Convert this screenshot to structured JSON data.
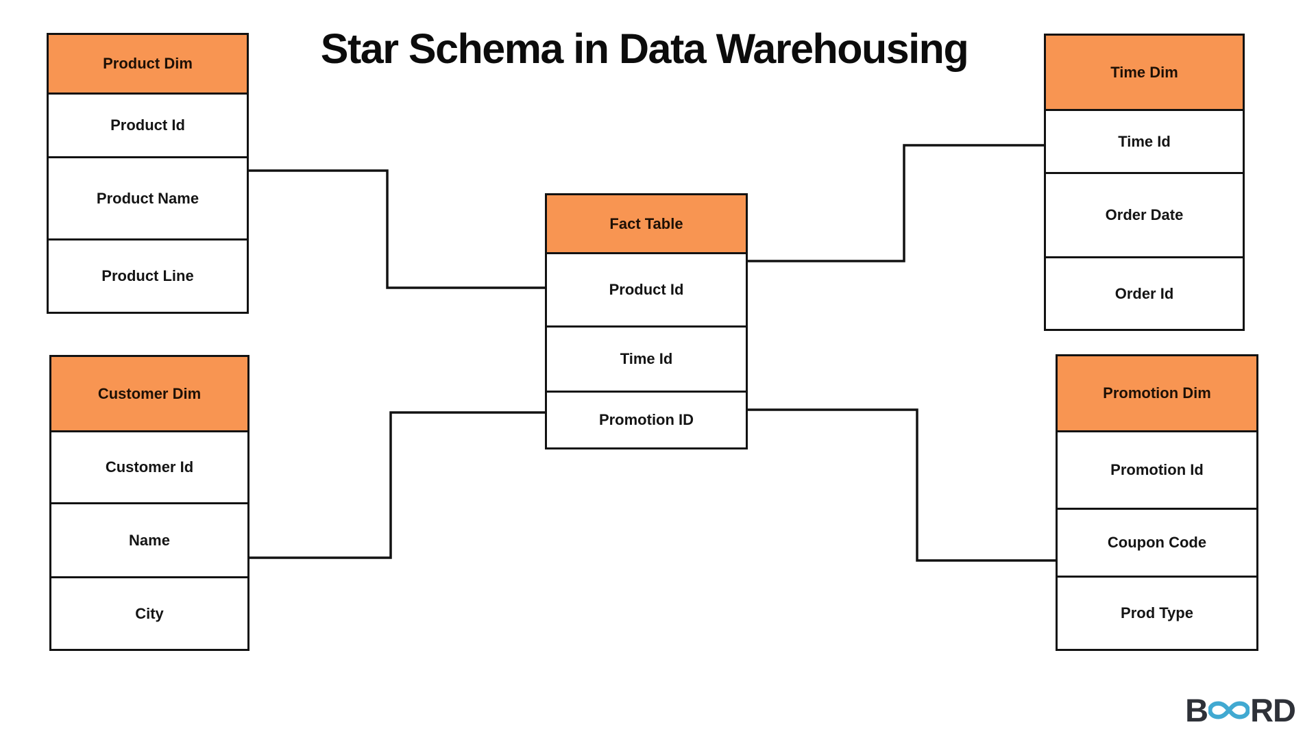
{
  "title": "Star Schema in Data Warehousing",
  "colors": {
    "header_orange": "#F89552",
    "line_black": "#121212",
    "logo_blue": "#41A9D1",
    "logo_dark": "#2E3138"
  },
  "tables": [
    {
      "id": "product-dim",
      "header": "Product Dim",
      "rows": [
        "Product Id",
        "Product Name",
        "Product Line"
      ]
    },
    {
      "id": "time-dim",
      "header": "Time Dim",
      "rows": [
        "Time Id",
        "Order Date",
        "Order Id"
      ]
    },
    {
      "id": "fact-table",
      "header": "Fact Table",
      "rows": [
        "Product Id",
        "Time Id",
        "Promotion ID"
      ]
    },
    {
      "id": "customer-dim",
      "header": "Customer Dim",
      "rows": [
        "Customer Id",
        "Name",
        "City"
      ]
    },
    {
      "id": "promotion-dim",
      "header": "Promotion Dim",
      "rows": [
        "Promotion Id",
        "Coupon Code",
        "Prod Type"
      ]
    }
  ],
  "connections": [
    {
      "from": "Product Dim",
      "to": "Fact Table.Product Id"
    },
    {
      "from": "Fact Table.Product Id",
      "to": "Time Dim.Time Id"
    },
    {
      "from": "Customer Dim.Name",
      "to": "Fact Table.Promotion ID"
    },
    {
      "from": "Fact Table.Promotion ID",
      "to": "Promotion Dim.Coupon Code"
    }
  ],
  "logo": {
    "prefix": "B",
    "suffix": "RD",
    "name": "BOARD"
  }
}
